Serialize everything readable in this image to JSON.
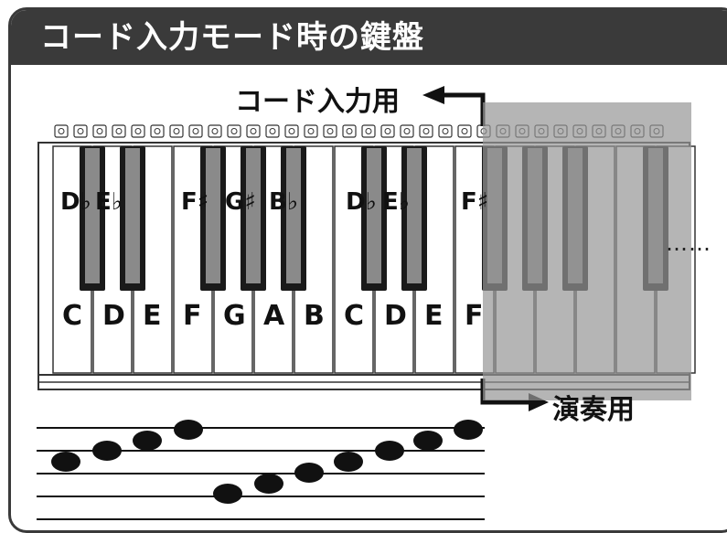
{
  "header": {
    "title": "コード入力モード時の鍵盤"
  },
  "labels": {
    "chord_input": "コード入力用",
    "performance": "演奏用",
    "continuation": "……"
  },
  "white_keys": [
    "C",
    "D",
    "E",
    "F",
    "G",
    "A",
    "B",
    "C",
    "D",
    "E",
    "F"
  ],
  "black_keys": [
    "D♭",
    "E♭",
    "F♯",
    "G♯",
    "B♭",
    "D♭",
    "E♭",
    "F♯"
  ],
  "colors": {
    "title_bar": "#3a3a3a",
    "overlay": "#9a9a9a",
    "key_black": "#1a1a1a"
  }
}
